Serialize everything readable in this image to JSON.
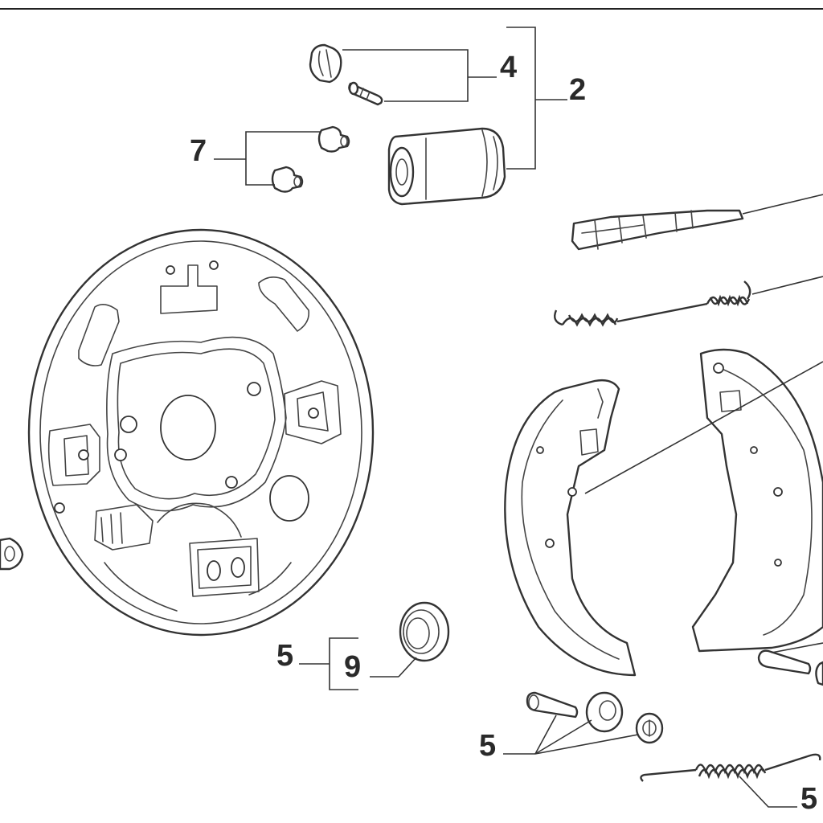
{
  "diagram": {
    "callouts": {
      "c2": "2",
      "c4": "4",
      "c7": "7",
      "c5_left": "5",
      "c9": "9",
      "c5_bottom": "5",
      "c5_right": "5"
    }
  }
}
